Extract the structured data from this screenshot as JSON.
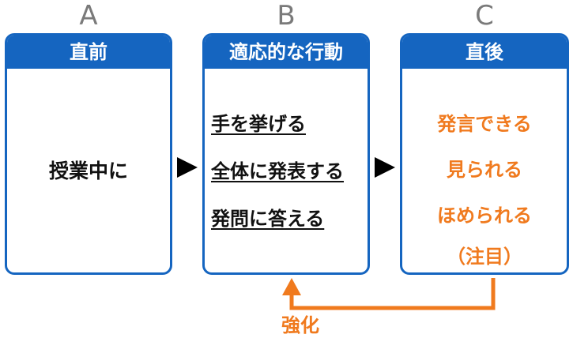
{
  "columns": [
    {
      "letter": "A",
      "header": "直前",
      "body": [
        "授業中に"
      ]
    },
    {
      "letter": "B",
      "header": "適応的な行動",
      "body": [
        "手を挙げる",
        "全体に発表する",
        "発問に答える"
      ]
    },
    {
      "letter": "C",
      "header": "直後",
      "body": [
        "発言できる",
        "見られる",
        "ほめられる",
        "（注目）"
      ]
    }
  ],
  "feedback_label": "強化",
  "colors": {
    "header": "#1565c0",
    "accent": "#f07a1e",
    "arrow": "#000000",
    "letter": "#7a7a7a"
  }
}
